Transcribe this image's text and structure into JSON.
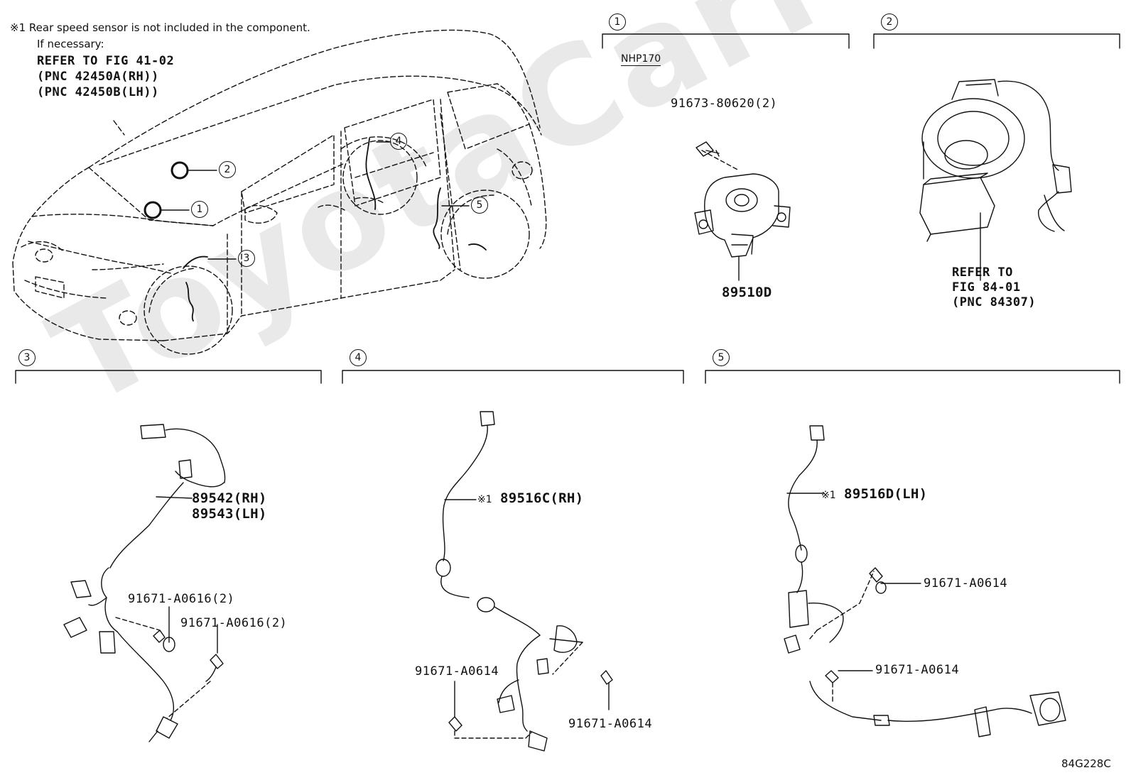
{
  "note": {
    "marker": "※1",
    "line1": "Rear speed sensor is not included in the component.",
    "line2": "If necessary:",
    "line3": "REFER TO FIG 41-02",
    "line4": "(PNC 42450A(RH))",
    "line5": "(PNC 42450B(LH))"
  },
  "sections": {
    "s1": {
      "num": "1",
      "model": "NHP170",
      "bolt": "91673-80620(2)",
      "part": "89510D"
    },
    "s2": {
      "num": "2",
      "ref1": "REFER TO",
      "ref2": "FIG 84-01",
      "ref3": "(PNC 84307)"
    },
    "s3": {
      "num": "3",
      "part_rh": "89542(RH)",
      "part_lh": "89543(LH)",
      "bolt_a": "91671-A0616(2)",
      "bolt_b": "91671-A0616(2)"
    },
    "s4": {
      "num": "4",
      "marker": "※1",
      "part": "89516C(RH)",
      "bolt_a": "91671-A0614",
      "bolt_b": "91671-A0614"
    },
    "s5": {
      "num": "5",
      "marker": "※1",
      "part": "89516D(LH)",
      "bolt_a": "91671-A0614",
      "bolt_b": "91671-A0614"
    }
  },
  "callouts": [
    "1",
    "2",
    "3",
    "4",
    "5"
  ],
  "figure_code": "84G228C",
  "watermark": "ToyotaCarMine.ru"
}
